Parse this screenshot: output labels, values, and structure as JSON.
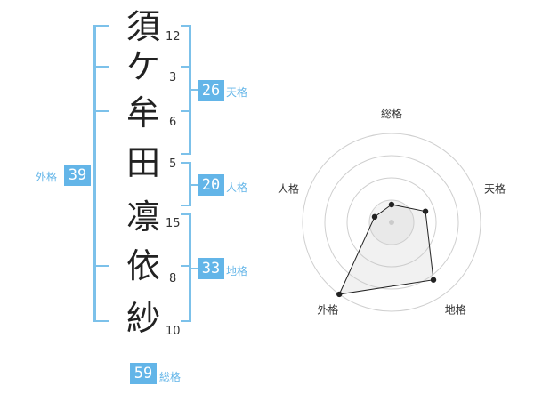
{
  "name": {
    "characters": [
      {
        "char": "須",
        "strokes": "12"
      },
      {
        "char": "ケ",
        "strokes": "3"
      },
      {
        "char": "牟",
        "strokes": "6"
      },
      {
        "char": "田",
        "strokes": "5"
      },
      {
        "char": "凛",
        "strokes": "15"
      },
      {
        "char": "依",
        "strokes": "8"
      },
      {
        "char": "紗",
        "strokes": "10"
      }
    ]
  },
  "kakusu": {
    "tenkaku": {
      "value": "26",
      "label": "天格"
    },
    "jinkaku": {
      "value": "20",
      "label": "人格"
    },
    "chikaku": {
      "value": "33",
      "label": "地格"
    },
    "gaikaku": {
      "value": "39",
      "label": "外格"
    },
    "soukaku": {
      "value": "59",
      "label": "総格"
    }
  },
  "chart_data": {
    "type": "radar",
    "axes": [
      "総格",
      "天格",
      "地格",
      "外格",
      "人格"
    ],
    "values": [
      1,
      2,
      4,
      5,
      1
    ],
    "max": 5,
    "rings": 4
  }
}
